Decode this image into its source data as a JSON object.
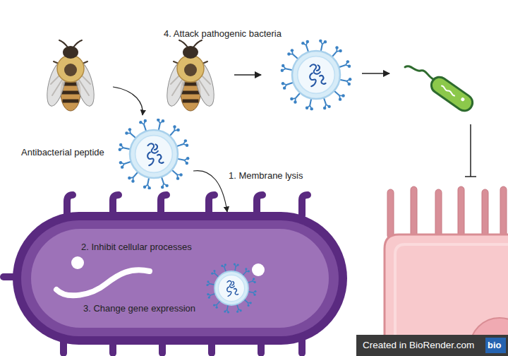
{
  "diagram": {
    "nodes": [
      {
        "text": [
          "Antibacterial peptide"
        ]
      },
      {
        "text": [
          "2. Inhibit cellular processes",
          "3. Change gene expression"
        ]
      }
    ],
    "edges": [
      {
        "from": 0,
        "to": 1,
        "arrow": "to",
        "label": "1. Membrane lysis"
      }
    ],
    "labels": [
      "4. Attack pathogenic bacteria",
      "Created in BioRender.com",
      "bio"
    ]
  }
}
